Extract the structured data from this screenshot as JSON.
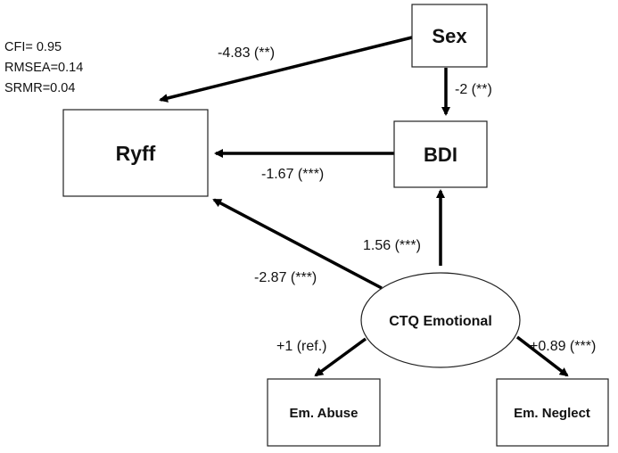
{
  "fit_stats": {
    "cfi": "CFI= 0.95",
    "rmsea": "RMSEA=0.14",
    "srmr": "SRMR=0.04"
  },
  "nodes": {
    "sex": "Sex",
    "ryff": "Ryff",
    "bdi": "BDI",
    "ctq": "CTQ Emotional",
    "abuse": "Em. Abuse",
    "neglect": "Em. Neglect"
  },
  "paths": {
    "sex_to_ryff": "-4.83 (**)",
    "sex_to_bdi": "-2 (**)",
    "bdi_to_ryff": "-1.67 (***)",
    "ctq_to_bdi": "1.56 (***)",
    "ctq_to_ryff": "-2.87 (***)",
    "ctq_to_abuse": "+1 (ref.)",
    "ctq_to_neglect": "+0.89 (***)"
  }
}
